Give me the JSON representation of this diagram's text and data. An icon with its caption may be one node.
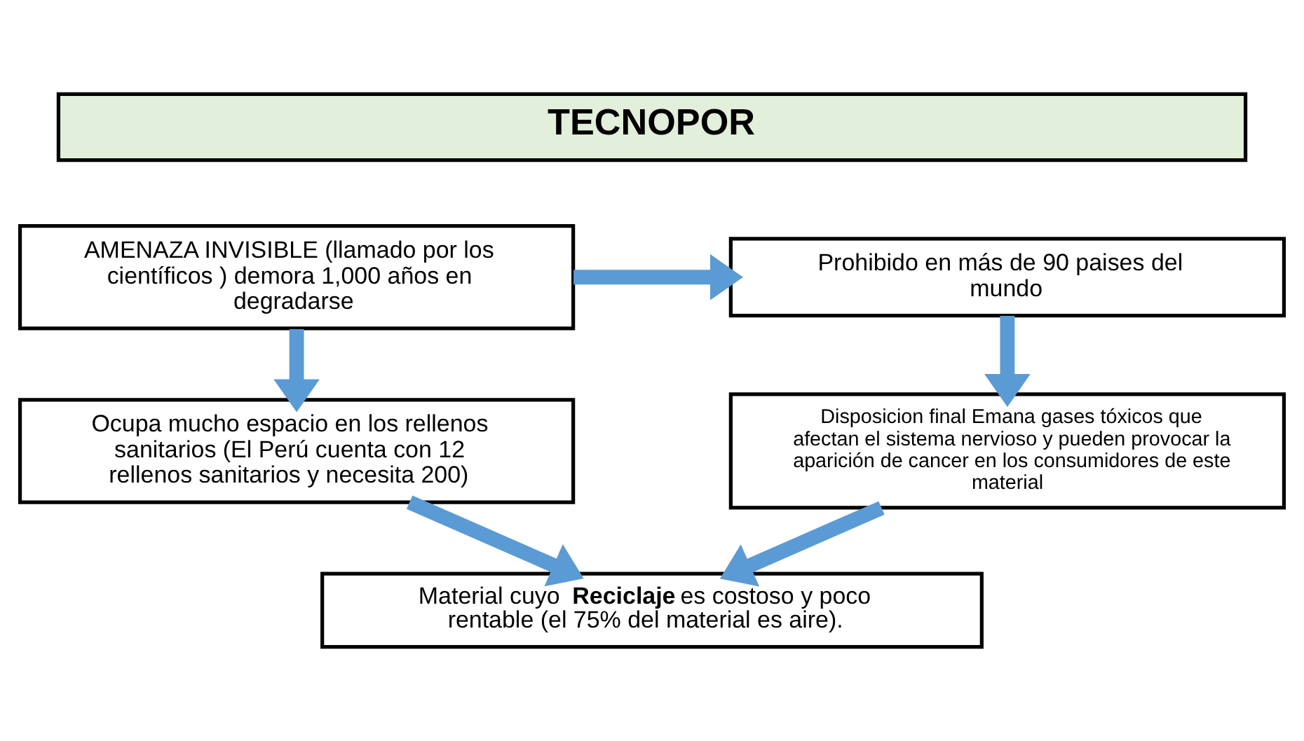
{
  "diagram": {
    "nodes": [
      {
        "text": [
          "TECNOPOR"
        ]
      },
      {
        "text": [
          "AMENAZA INVISIBLE (llamado por los científicos ) demora 1,000 años en degradarse"
        ]
      },
      {
        "text": [
          "Prohibido en más de 90 paises del mundo"
        ]
      },
      {
        "text": [
          "Ocupa mucho espacio en los rellenos sanitarios (El Perú cuenta con 12 rellenos sanitarios y necesita 200)"
        ]
      },
      {
        "text": [
          "Disposicion final Emana gases tóxicos que afectan el sistema nervioso y pueden provocar la aparición de cancer en los consumidores de este material"
        ]
      },
      {
        "text": [
          "Material cuyo **Reciclaje** es costoso y poco rentable (el 75% del material es aire)."
        ]
      }
    ],
    "edges": [
      {
        "from": 1,
        "to": 2,
        "arrow": "to"
      },
      {
        "from": 1,
        "to": 3,
        "arrow": "to"
      },
      {
        "from": 2,
        "to": 4,
        "arrow": "to"
      },
      {
        "from": 3,
        "to": 5,
        "arrow": "to"
      },
      {
        "from": 4,
        "to": 5,
        "arrow": "to"
      }
    ]
  }
}
